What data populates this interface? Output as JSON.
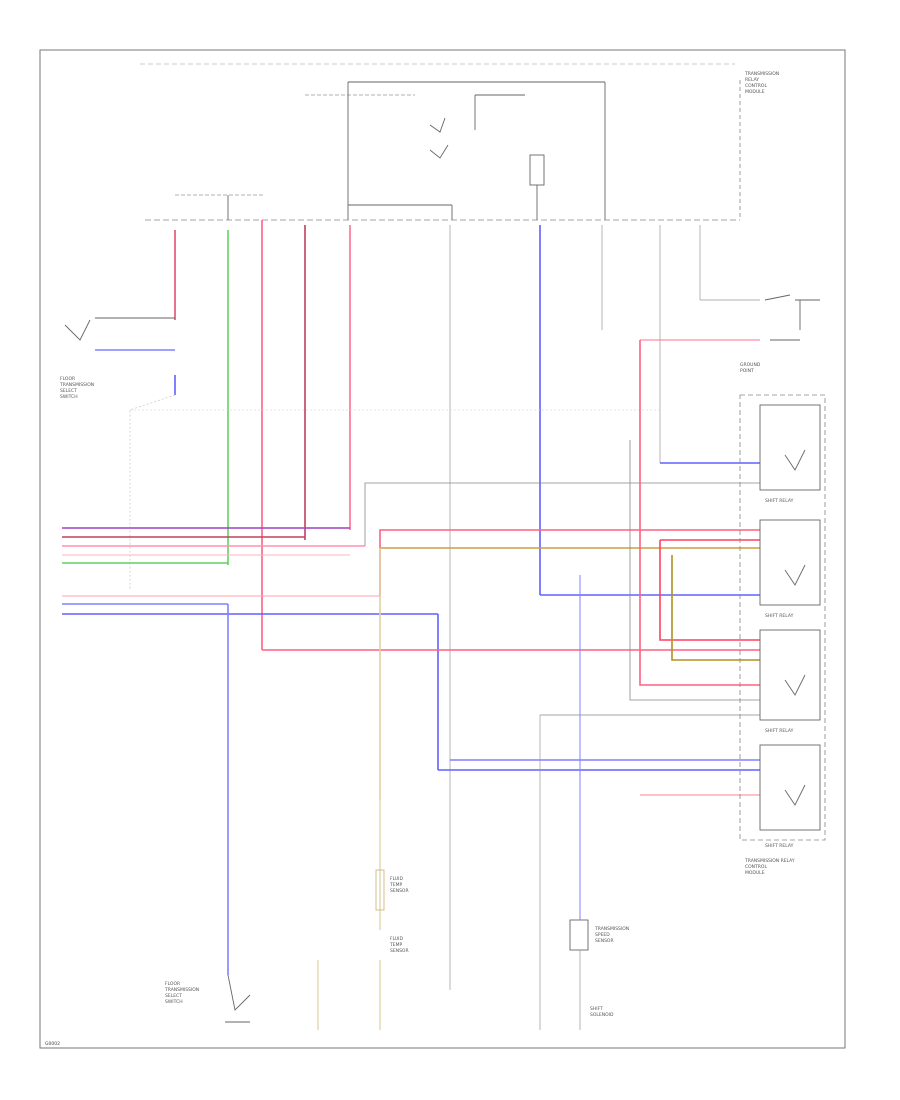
{
  "diagram": {
    "footer_code": "G0002",
    "components": {
      "main_box": [
        "TRANSMISSION",
        "RELAY",
        "CONTROL",
        "MODULE"
      ],
      "range_switch": [
        "FLOOR",
        "TRANSMISSION",
        "SELECT",
        "SWITCH"
      ],
      "lower_switch": [
        "FLOOR",
        "TRANSMISSION",
        "SELECT",
        "SWITCH"
      ],
      "relay_group": [
        "TRANSMISSION RELAY",
        "CONTROL",
        "MODULE"
      ],
      "sensor": [
        "TRANSMISSION",
        "SPEED",
        "SENSOR"
      ],
      "fluid_sensor_a": [
        "FLUID",
        "TEMP",
        "SENSOR"
      ],
      "fluid_sensor_b": [
        "FLUID",
        "TEMP",
        "SENSOR"
      ],
      "shift_solenoid": [
        "SHIFT",
        "SOLENOID"
      ],
      "ground_point": [
        "GROUND",
        "POINT"
      ],
      "relay_labels": [
        "SHIFT RELAY",
        "SHIFT RELAY",
        "SHIFT RELAY",
        "SHIFT RELAY"
      ]
    }
  }
}
